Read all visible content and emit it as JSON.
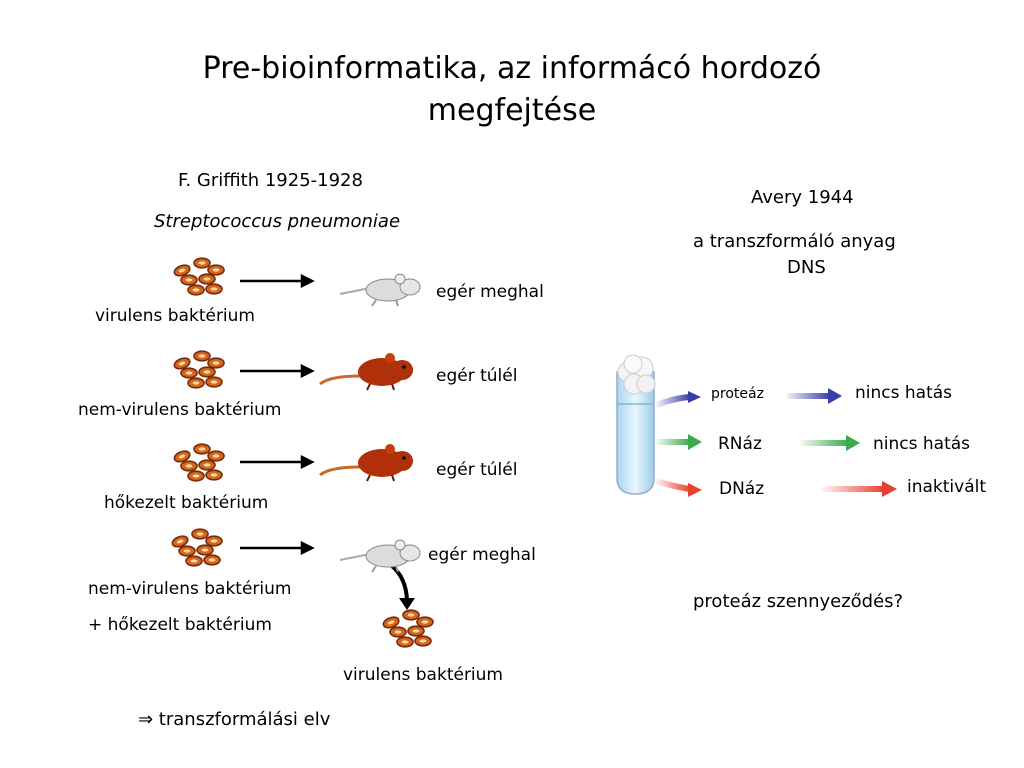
{
  "slide": {
    "title_line1": "Pre-bioinformatika, az informácó hordozó",
    "title_line2": "megfejtése"
  },
  "griffith": {
    "heading": "F. Griffith 1925-1928",
    "species": "Streptococcus pneumoniae",
    "rows": [
      {
        "bacteria": "virulens baktérium",
        "outcome": "egér meghal"
      },
      {
        "bacteria": "nem-virulens baktérium",
        "outcome": "egér túlél"
      },
      {
        "bacteria": "hőkezelt baktérium",
        "outcome": "egér túlél"
      },
      {
        "bacteria_line1": "nem-virulens baktérium",
        "bacteria_line2": "+ hőkezelt baktérium",
        "outcome": "egér meghal",
        "result": "virulens baktérium"
      }
    ],
    "conclusion": "⇒ transzformálási elv"
  },
  "avery": {
    "heading": "Avery 1944",
    "subtitle_line1": "a transzformáló anyag",
    "subtitle_line2": "DNS",
    "enzymes": [
      {
        "name": "proteáz",
        "effect": "nincs hatás",
        "color": "#3a3ea8"
      },
      {
        "name": "RNáz",
        "effect": "nincs hatás",
        "color": "#3aaa4a"
      },
      {
        "name": "DNáz",
        "effect": "inaktivált",
        "color": "#e8402e"
      }
    ],
    "question": "proteáz szennyeződés?"
  },
  "colors": {
    "bacteria_fill": "#d2691e",
    "bacteria_outline": "#7a2a08",
    "mouse_dead": "#dcdcdc",
    "mouse_alive": "#b0300a",
    "tube_liquid": "#cfeaf8"
  }
}
